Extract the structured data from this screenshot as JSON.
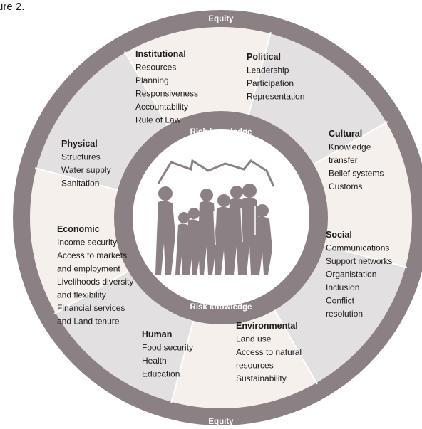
{
  "figure_label": "ure 2.",
  "outer_ring": {
    "top_label": "Equity",
    "bottom_label": "Equity"
  },
  "inner_ring": {
    "top_label": "Risk knowledge",
    "bottom_label": "Risk knowledge"
  },
  "colors": {
    "ring": "#8b8083",
    "light_segment": "#f6f0ec",
    "dark_segment": "#e2e0e0",
    "divider": "#ffffff",
    "center_fill": "#ffffff",
    "illustration": "#8b8083"
  },
  "segments": [
    {
      "title": "Political",
      "items": [
        "Leadership",
        "Participation",
        "Representation"
      ],
      "shade": "dark"
    },
    {
      "title": "Cultural",
      "items": [
        "Knowledge",
        "transfer",
        "Belief systems",
        "Customs"
      ],
      "shade": "light"
    },
    {
      "title": "Social",
      "items": [
        "Communications",
        "Support networks",
        "Organistation",
        "Inclusion",
        "Conflict",
        "resolution"
      ],
      "shade": "dark"
    },
    {
      "title": "Environmental",
      "items": [
        "Land use",
        "Access to natural",
        "resources",
        "Sustainability"
      ],
      "shade": "light"
    },
    {
      "title": "Human",
      "items": [
        "Food security",
        "Health",
        "Education"
      ],
      "shade": "dark"
    },
    {
      "title": "Economic",
      "items": [
        "Income security",
        "Access to markets",
        "and employment",
        "Livelihoods diversity",
        "and flexibility",
        "Financial services",
        "and Land tenure"
      ],
      "shade": "light"
    },
    {
      "title": "Physical",
      "items": [
        "Structures",
        "Water supply",
        "Sanitation"
      ],
      "shade": "dark"
    },
    {
      "title": "Institutional",
      "items": [
        "Resources",
        "Planning",
        "Responsiveness",
        "Accountability",
        "Rule of Law"
      ],
      "shade": "light"
    }
  ],
  "center_illustration": "community-people-illustration"
}
